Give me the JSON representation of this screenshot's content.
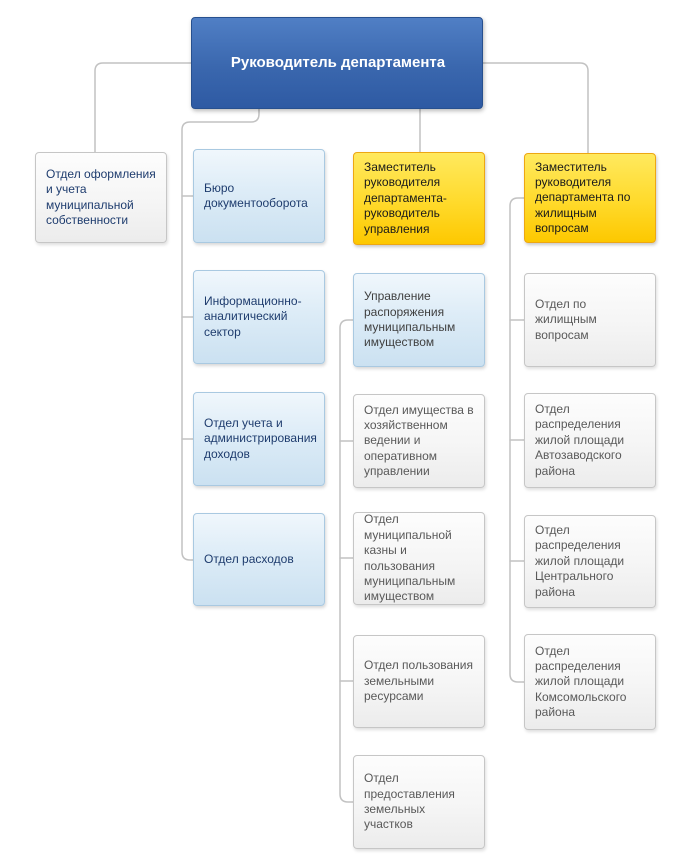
{
  "chart": {
    "root": "Руководитель департамента",
    "registration_dept": "Отдел оформления и учета муниципальной собственности",
    "staff_units": [
      "Бюро документооборота",
      "Информационно-аналитический сектор",
      "Отдел учета и администрирования доходов",
      "Отдел расходов"
    ],
    "property_branch": {
      "deputy": "Заместитель руководителя департамента-руководитель управления",
      "management": "Управление распоряжения муниципальным имуществом",
      "departments": [
        "Отдел имущества в хозяйственном ведении и оперативном управлении",
        "Отдел муниципальной казны и пользования муниципальным имуществом",
        "Отдел пользования земельными ресурсами",
        "Отдел предоставления земельных участков"
      ]
    },
    "housing_branch": {
      "deputy": "Заместитель руководителя департамента по жилищным вопросам",
      "departments": [
        "Отдел по жилищным вопросам",
        "Отдел распределения жилой площади Автозаводского района",
        "Отдел распределения жилой площади Центрального района",
        "Отдел распределения жилой площади Комсомольского района"
      ]
    }
  },
  "colors": {
    "root_box_top": "#507fc5",
    "root_box_bottom": "#2e5aa3",
    "highlight_box_top": "#ffe95e",
    "highlight_box_bottom": "#fdc800",
    "secondary_box_top": "#f0f7fc",
    "secondary_box_bottom": "#cbe1f1",
    "plain_box": "#f2f2f2",
    "connector": "#c2c2c2",
    "navy_text": "#1e3c6e",
    "gray_text": "#595959"
  }
}
